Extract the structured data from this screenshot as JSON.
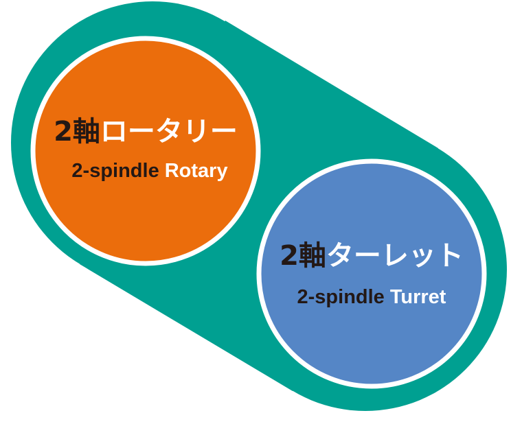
{
  "colors": {
    "capsule": "#00A091",
    "ring": "#FFFFFF",
    "rotary_fill": "#EB6D0C",
    "turret_fill": "#5586C6",
    "dark_text": "#231815",
    "light_text": "#FFFFFF"
  },
  "rotary": {
    "jp_prefix": "2軸",
    "jp_main": "ロータリー",
    "en_prefix": "2-spindle",
    "en_main": "Rotary"
  },
  "turret": {
    "jp_prefix": "2軸",
    "jp_main": "ターレット",
    "en_prefix": "2-spindle",
    "en_main": "Turret"
  }
}
